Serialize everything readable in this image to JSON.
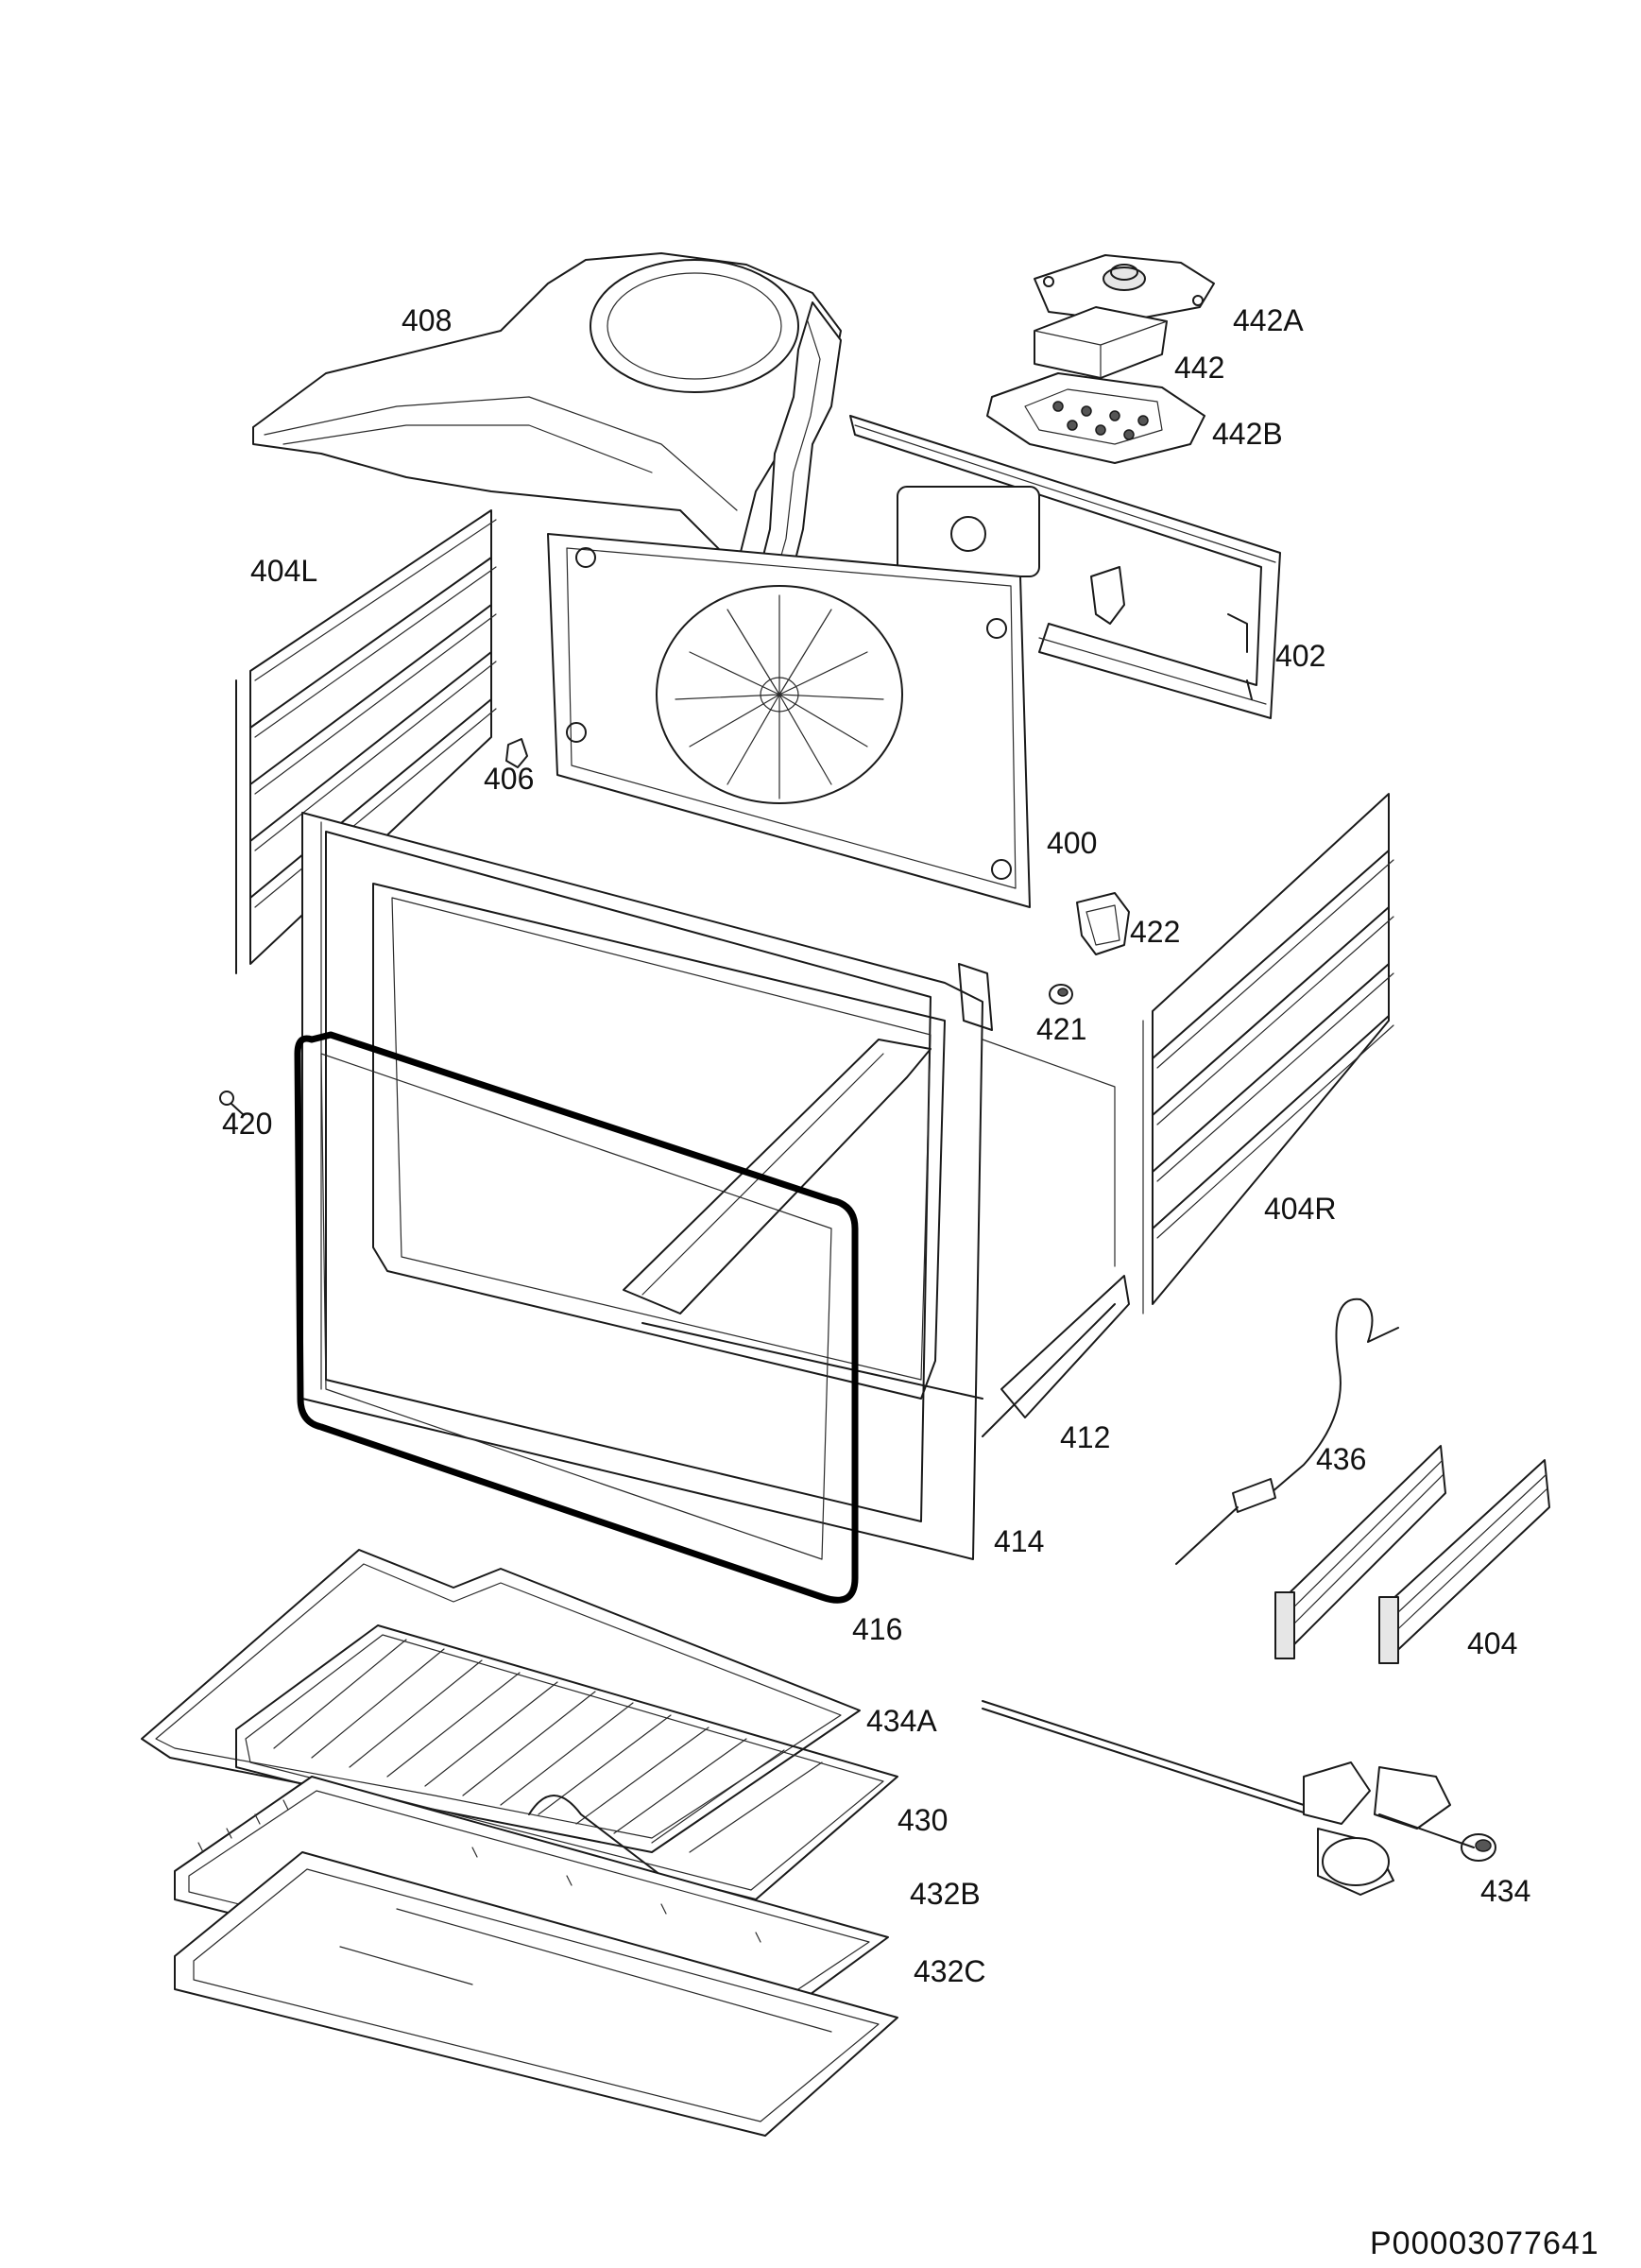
{
  "diagram": {
    "labels": {
      "p408": "408",
      "p442A": "442A",
      "p442": "442",
      "p442B": "442B",
      "p404L": "404L",
      "p402": "402",
      "p406": "406",
      "p400": "400",
      "p422": "422",
      "p421": "421",
      "p420": "420",
      "p404R": "404R",
      "p436": "436",
      "p412": "412",
      "p414": "414",
      "p404": "404",
      "p416": "416",
      "p434A": "434A",
      "p430": "430",
      "p432B": "432B",
      "p434": "434",
      "p432C": "432C"
    },
    "drawing_code": "P00003077641"
  }
}
